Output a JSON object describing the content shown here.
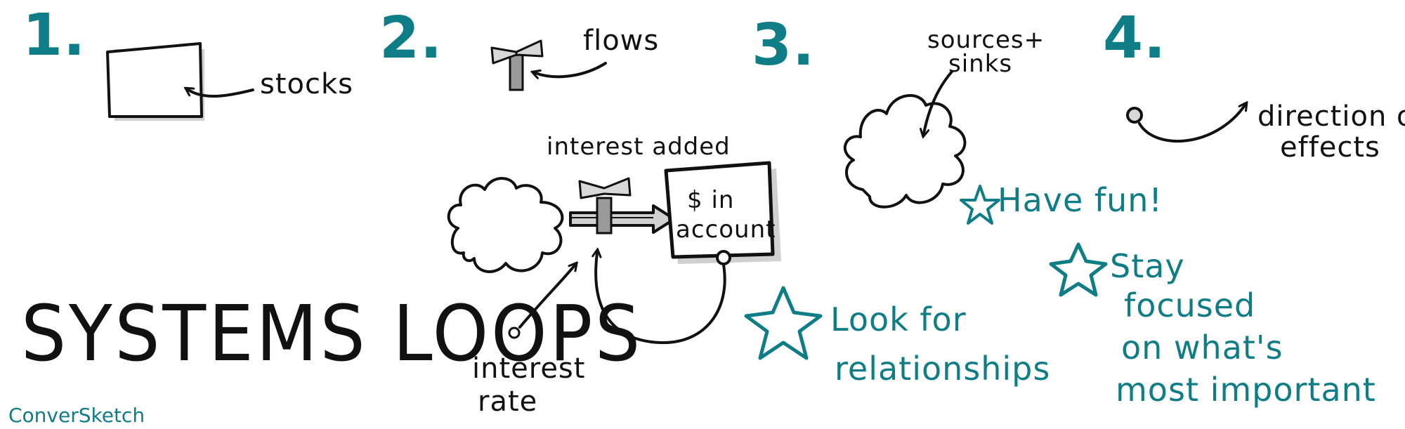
{
  "title": "SYSTEMS LOOPS",
  "credit": "ConverSketch",
  "steps": [
    {
      "number": "1.",
      "label": "stocks"
    },
    {
      "number": "2.",
      "label": "flows"
    },
    {
      "number": "3.",
      "label_lines": [
        "sources+",
        "sinks"
      ]
    },
    {
      "number": "4.",
      "label_lines": [
        "direction of",
        "effects"
      ]
    }
  ],
  "example": {
    "flow_label": "interest added",
    "stock_label_lines": [
      "$ in",
      "account"
    ],
    "rate_label_lines": [
      "interest",
      "rate"
    ]
  },
  "tips": [
    {
      "lines": [
        "Have fun!"
      ]
    },
    {
      "lines": [
        "Look for",
        "relationships"
      ]
    },
    {
      "lines": [
        "Stay",
        "focused",
        "on what's",
        "most important"
      ]
    }
  ],
  "colors": {
    "ink": "#111111",
    "accent": "#0f7d86",
    "shadow": "#cfcfcf",
    "faucet": "#9a9a9a"
  }
}
